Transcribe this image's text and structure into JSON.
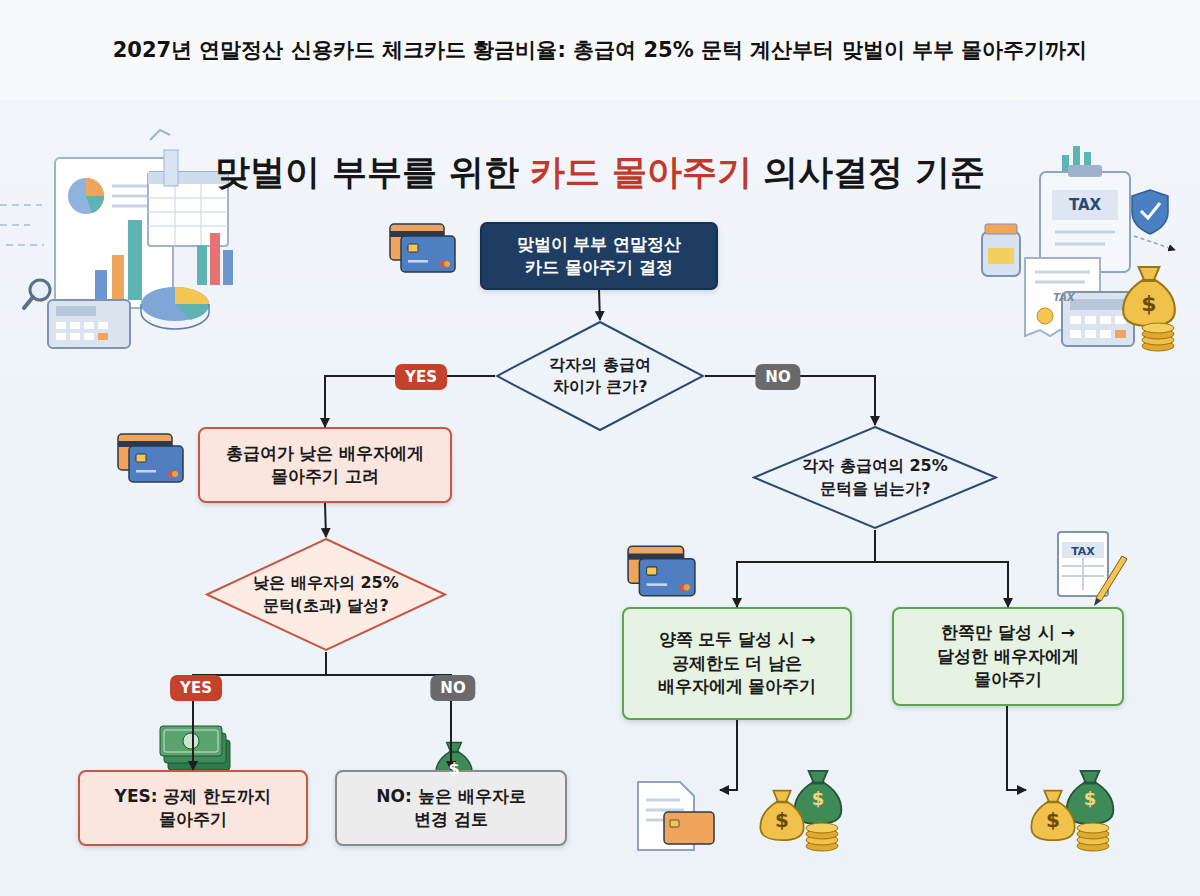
{
  "diagram": {
    "title": "2027년 연말정산 신용카드 체크카드 황금비율: 총급여 25% 문턱 계산부터 맞벌이 부부 몰아주기까지",
    "nodes": [
      {
        "text": [
          "맞벌이 부부 연말정산 카드 몰아주기 결정"
        ]
      },
      {
        "text": [
          "각자의 총급여 차이가 큰가?"
        ]
      },
      {
        "text": [
          "총급여가 낮은 배우자에게 몰아주기 고려"
        ]
      },
      {
        "text": [
          "각자 총급여의 25% 문턱을 넘는가?"
        ]
      },
      {
        "text": [
          "낮은 배우자의 25% 문턱(초과) 달성?"
        ]
      },
      {
        "text": [
          "양쪽 모두 달성 시 → 공제한도 더 남은 배우자에게 몰아주기"
        ]
      },
      {
        "text": [
          "한쪽만 달성 시 → 달성한 배우자에게 몰아주기"
        ]
      },
      {
        "text": [
          "YES: 공제 한도까지 몰아주기"
        ]
      },
      {
        "text": [
          "NO: 높은 배우자로 변경 검토"
        ]
      }
    ],
    "edges": [
      {
        "from": 0,
        "to": 1,
        "arrow": "to"
      },
      {
        "from": 1,
        "to": 2,
        "label": "YES",
        "arrow": "to"
      },
      {
        "from": 1,
        "to": 3,
        "label": "NO",
        "arrow": "to"
      },
      {
        "from": 2,
        "to": 4,
        "arrow": "to"
      },
      {
        "from": 4,
        "to": 7,
        "label": "YES",
        "arrow": "to"
      },
      {
        "from": 4,
        "to": 8,
        "label": "NO",
        "arrow": "to"
      },
      {
        "from": 3,
        "to": 5,
        "arrow": "to"
      },
      {
        "from": 3,
        "to": 6,
        "arrow": "to"
      }
    ],
    "labels": [
      "맞벌이 부부를 위한",
      "카드 몰아주기",
      "의사결정 기준",
      "TAX",
      "TAX",
      "$",
      "TAX",
      "$",
      "$",
      "$",
      "$",
      "$"
    ]
  }
}
